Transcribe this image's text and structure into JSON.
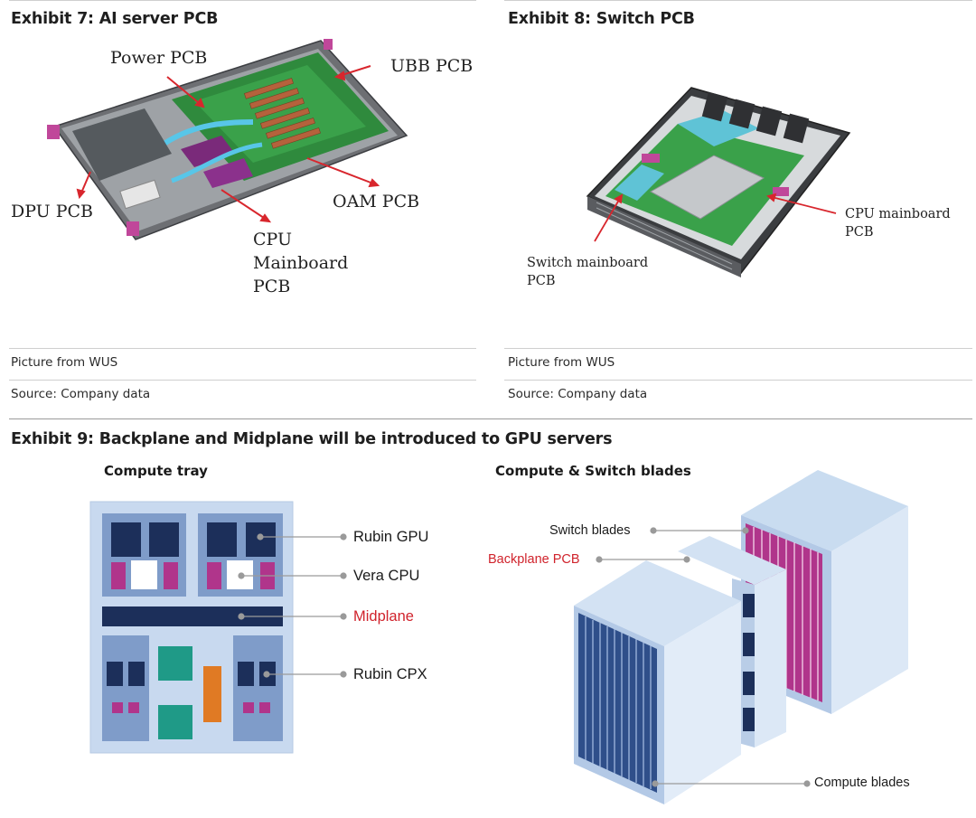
{
  "exhibit7": {
    "title": "Exhibit 7: AI server PCB",
    "labels": {
      "power": "Power PCB",
      "ubb": "UBB PCB",
      "dpu": "DPU PCB",
      "oam": "OAM PCB",
      "cpu_line1": "CPU",
      "cpu_line2": "Mainboard",
      "cpu_line3": "PCB"
    },
    "picture_note": "Picture from WUS",
    "source": "Source: Company data"
  },
  "exhibit8": {
    "title": "Exhibit 8: Switch PCB",
    "labels": {
      "cpu_line1": "CPU mainboard",
      "cpu_line2": "PCB",
      "switch_line1": "Switch mainboard",
      "switch_line2": "PCB"
    },
    "picture_note": "Picture from WUS",
    "source": "Source: Company data"
  },
  "exhibit9": {
    "title": "Exhibit 9: Backplane and Midplane will be introduced to GPU servers",
    "compute_tray": {
      "title": "Compute tray",
      "labels": {
        "rubin_gpu": "Rubin GPU",
        "vera_cpu": "Vera CPU",
        "midplane": "Midplane",
        "rubin_cpx": "Rubin CPX"
      }
    },
    "blades": {
      "title": "Compute & Switch blades",
      "labels": {
        "switch_blades": "Switch blades",
        "backplane": "Backplane PCB",
        "compute_blades": "Compute blades"
      }
    }
  },
  "colors": {
    "navy": "#1c2f5a",
    "magenta": "#b0358b",
    "teal": "#1f9a87",
    "orange": "#e07a24",
    "tray_bg": "#c8d9ef",
    "tray_block": "#7f9cc9",
    "highlight_red": "#d0232c"
  }
}
